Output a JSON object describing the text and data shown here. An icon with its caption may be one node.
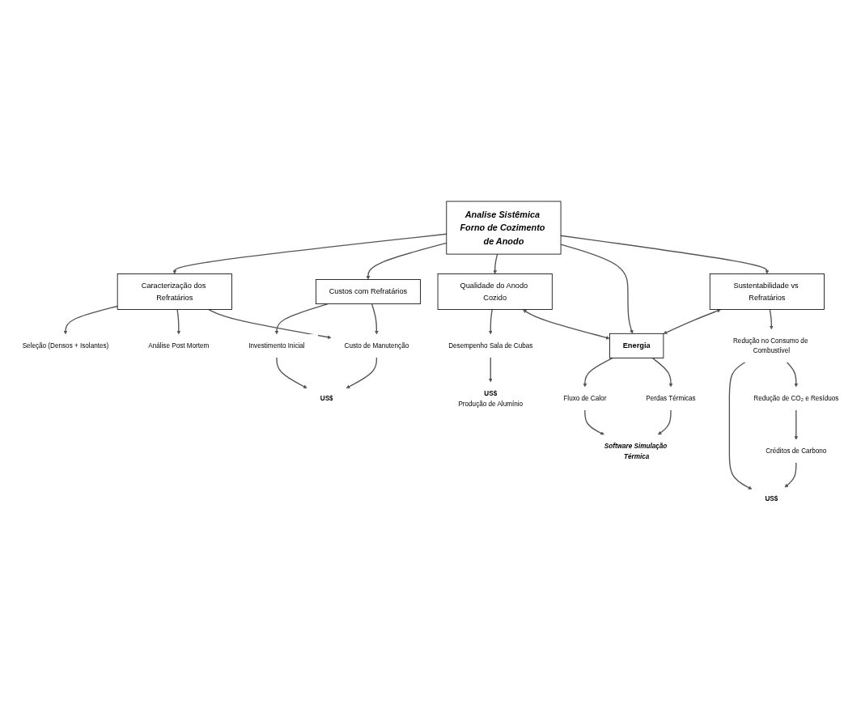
{
  "diagram": {
    "nodes": [
      {
        "text": [
          "US$",
          "Produção de Alumínio"
        ]
      },
      {
        "text": [
          "US$"
        ]
      },
      {
        "text": [
          "Seleção (Densos + Isolantes)"
        ]
      },
      {
        "text": [
          "Análise Post Mortem"
        ]
      },
      {
        "text": [
          "Investimento Inicial"
        ]
      },
      {
        "text": [
          "Custo de Manutenção"
        ]
      },
      {
        "text": [
          "Desempenho Sala de Cubas"
        ]
      },
      {
        "text": [
          "Caracterização dos Refratários"
        ]
      },
      {
        "text": [
          "Custos com Refratários"
        ]
      },
      {
        "text": [
          "Qualidade do Anodo Cozido"
        ]
      },
      {
        "text": [
          "Analise Sistêmica Forno de Cozimento de Anodo"
        ]
      },
      {
        "text": [
          "Sustentabilidade vs Refratários"
        ]
      },
      {
        "text": [
          "Energia"
        ]
      },
      {
        "text": [
          "Redução no Consumo de Combustível"
        ]
      },
      {
        "text": [
          "Fluxo de Calor"
        ]
      },
      {
        "text": [
          "Perdas Térmicas"
        ]
      },
      {
        "text": [
          "US$"
        ]
      },
      {
        "text": [
          "Redução de CO₂ e Resíduos"
        ]
      },
      {
        "text": [
          "Software Simulação Térmica"
        ]
      },
      {
        "text": [
          "Créditos de Carbono"
        ]
      }
    ],
    "edges": [
      {
        "from": 10,
        "to": 7,
        "arrow": "to"
      },
      {
        "from": 10,
        "to": 8,
        "arrow": "to"
      },
      {
        "from": 10,
        "to": 9,
        "arrow": "to"
      },
      {
        "from": 10,
        "to": 12,
        "arrow": "to"
      },
      {
        "from": 10,
        "to": 11,
        "arrow": "to"
      },
      {
        "from": 7,
        "to": 2,
        "arrow": "to"
      },
      {
        "from": 7,
        "to": 3,
        "arrow": "to"
      },
      {
        "from": 7,
        "to": 5,
        "arrow": "to"
      },
      {
        "from": 8,
        "to": 4,
        "arrow": "to"
      },
      {
        "from": 8,
        "to": 5,
        "arrow": "to"
      },
      {
        "from": 4,
        "to": 1,
        "arrow": "to"
      },
      {
        "from": 5,
        "to": 1,
        "arrow": "to"
      },
      {
        "from": 9,
        "to": 6,
        "arrow": "to"
      },
      {
        "from": 6,
        "to": 0,
        "arrow": "to"
      },
      {
        "from": 9,
        "to": 12,
        "arrow": "both"
      },
      {
        "from": 11,
        "to": 12,
        "arrow": "both"
      },
      {
        "from": 11,
        "to": 13,
        "arrow": "to"
      },
      {
        "from": 13,
        "to": 16,
        "arrow": "to"
      },
      {
        "from": 13,
        "to": 17,
        "arrow": "to"
      },
      {
        "from": 17,
        "to": 19,
        "arrow": "to"
      },
      {
        "from": 19,
        "to": 16,
        "arrow": "to"
      },
      {
        "from": 12,
        "to": 14,
        "arrow": "to"
      },
      {
        "from": 12,
        "to": 15,
        "arrow": "to"
      },
      {
        "from": 14,
        "to": 18,
        "arrow": "to"
      },
      {
        "from": 15,
        "to": 18,
        "arrow": "to"
      }
    ]
  }
}
